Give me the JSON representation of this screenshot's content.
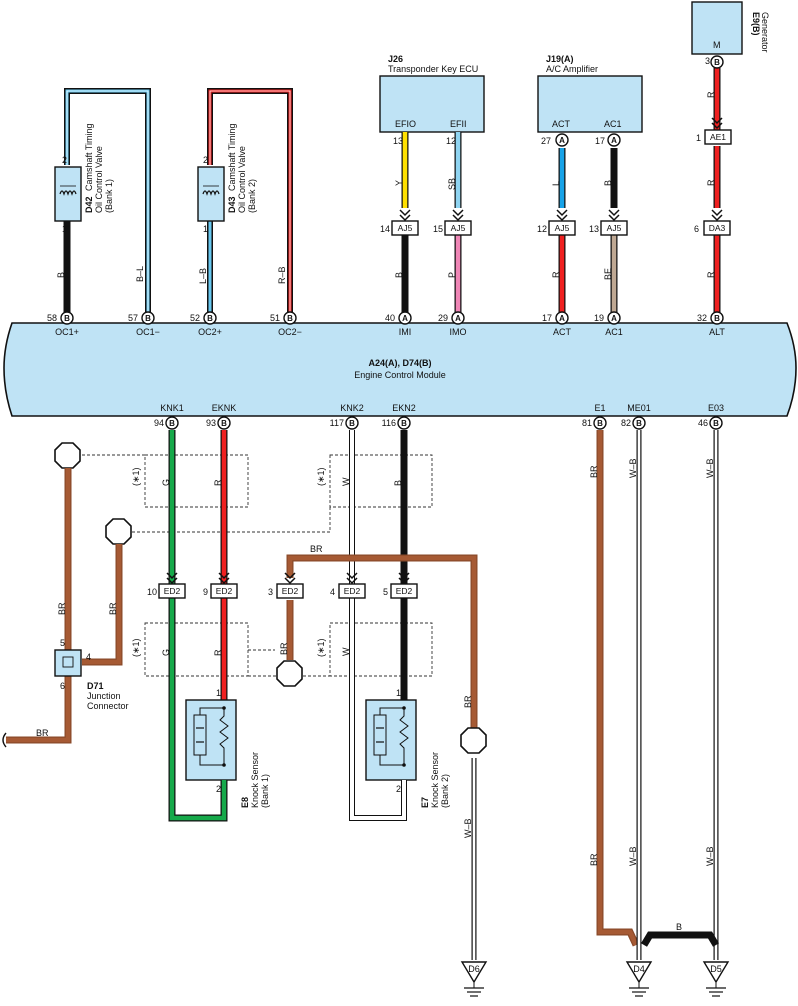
{
  "ecm": {
    "name": "A24(A), D74(B)",
    "desc": "Engine Control Module"
  },
  "top_pins": [
    {
      "num": "58",
      "letter": "B",
      "label": "OC1+"
    },
    {
      "num": "57",
      "letter": "B",
      "label": "OC1−"
    },
    {
      "num": "52",
      "letter": "B",
      "label": "OC2+"
    },
    {
      "num": "51",
      "letter": "B",
      "label": "OC2−"
    },
    {
      "num": "40",
      "letter": "A",
      "label": "IMI"
    },
    {
      "num": "29",
      "letter": "A",
      "label": "IMO"
    },
    {
      "num": "17",
      "letter": "A",
      "label": "ACT"
    },
    {
      "num": "19",
      "letter": "A",
      "label": "AC1"
    },
    {
      "num": "32",
      "letter": "B",
      "label": "ALT"
    }
  ],
  "bottom_pins": [
    {
      "num": "94",
      "letter": "B",
      "label": "KNK1"
    },
    {
      "num": "93",
      "letter": "B",
      "label": "EKNK"
    },
    {
      "num": "117",
      "letter": "B",
      "label": "KNK2"
    },
    {
      "num": "116",
      "letter": "B",
      "label": "EKN2"
    },
    {
      "num": "81",
      "letter": "B",
      "label": "E1"
    },
    {
      "num": "82",
      "letter": "B",
      "label": "ME01"
    },
    {
      "num": "46",
      "letter": "B",
      "label": "E03"
    }
  ],
  "components": {
    "j26": {
      "code": "J26",
      "name": "Transponder Key ECU",
      "pin1": "EFIO",
      "pin2": "EFII",
      "num1": "13",
      "num2": "12"
    },
    "j19": {
      "code": "J19(A)",
      "name": "A/C Amplifier",
      "pin1": "ACT",
      "pin2": "AC1",
      "num1": "27",
      "num2": "17",
      "letter": "A"
    },
    "e9": {
      "code": "E9(B)",
      "name": "Generator",
      "pin": "M",
      "num": "3",
      "letter": "B"
    },
    "d42": {
      "code": "D42",
      "line1": "Camshaft Timing",
      "line2": "Oil Control Valve",
      "line3": "(Bank 1)",
      "pin_top": "2",
      "pin_bot": "1"
    },
    "d43": {
      "code": "D43",
      "line1": "Camshaft Timing",
      "line2": "Oil Control Valve",
      "line3": "(Bank 2)",
      "pin_top": "2",
      "pin_bot": "1"
    },
    "e8": {
      "code": "E8",
      "line1": "Knock Sensor",
      "line2": "(Bank 1)",
      "pin1": "1",
      "pin2": "2"
    },
    "e7": {
      "code": "E7",
      "line1": "Knock Sensor",
      "line2": "(Bank 2)",
      "pin1": "1",
      "pin2": "2"
    },
    "d71": {
      "code": "D71",
      "line1": "Junction",
      "line2": "Connector",
      "pin5": "5",
      "pin4": "4",
      "pin6": "6"
    }
  },
  "connectors": {
    "aj5": "AJ5",
    "ae1": "AE1",
    "da3": "DA3",
    "ed2": "ED2",
    "aj5_pins": [
      "14",
      "15",
      "12",
      "13"
    ],
    "ae1_pin": "1",
    "da3_pin": "6",
    "ed2_pins": [
      "10",
      "9",
      "3",
      "4",
      "5"
    ]
  },
  "wire_labels": {
    "d42_1": "B",
    "d42_2": "B–L",
    "d43_1": "L–B",
    "d43_2": "R–B",
    "j26_up1": "Y",
    "j26_up2": "SB",
    "j26_dn1": "B",
    "j26_dn2": "P",
    "j19_up1": "L",
    "j19_up2": "B",
    "j19_dn1": "R",
    "j19_dn2": "BE",
    "gen1": "R",
    "gen2": "R",
    "gen3": "R",
    "knk_g1": "G",
    "knk_r1": "R",
    "knk_w1": "W",
    "knk_b1": "B",
    "knk_g2": "G",
    "knk_r2": "R",
    "knk_w2": "W",
    "shield_br_top": "BR",
    "shield_br_ed2": "BR",
    "shield_br_e7": "BR",
    "wb_d6": "W–B",
    "left_br1": "BR",
    "left_br2": "BR",
    "left_br3": "BR",
    "e1_br": "BR",
    "me01_wb1": "W–B",
    "me01_wb2": "W–B",
    "e03_wb1": "W–B",
    "e03_wb2": "W–B",
    "d4d5_b": "B"
  },
  "shield_note": "(∗1)",
  "grounds": [
    "D6",
    "D4",
    "D5"
  ]
}
